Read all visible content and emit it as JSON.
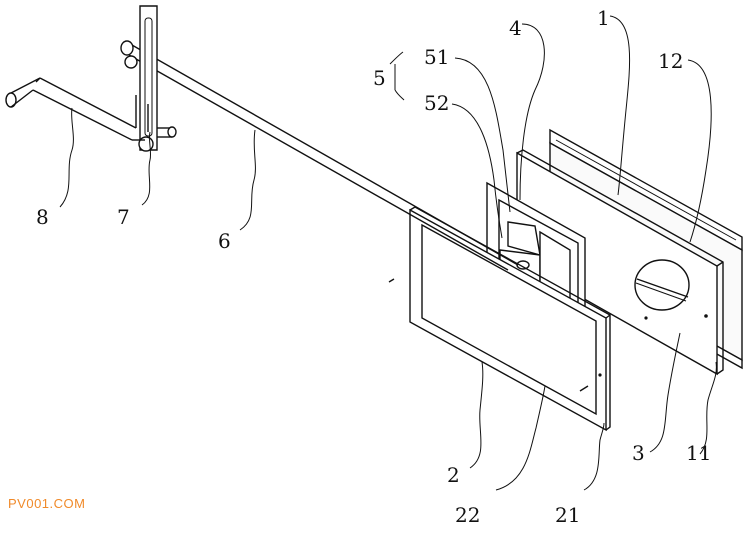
{
  "watermark": "PV001.COM",
  "labels": {
    "l1": "1",
    "l2": "2",
    "l3": "3",
    "l4": "4",
    "l5": "5",
    "l6": "6",
    "l7": "7",
    "l8": "8",
    "l11": "11",
    "l12": "12",
    "l21": "21",
    "l22": "22",
    "l51": "51",
    "l52": "52"
  }
}
